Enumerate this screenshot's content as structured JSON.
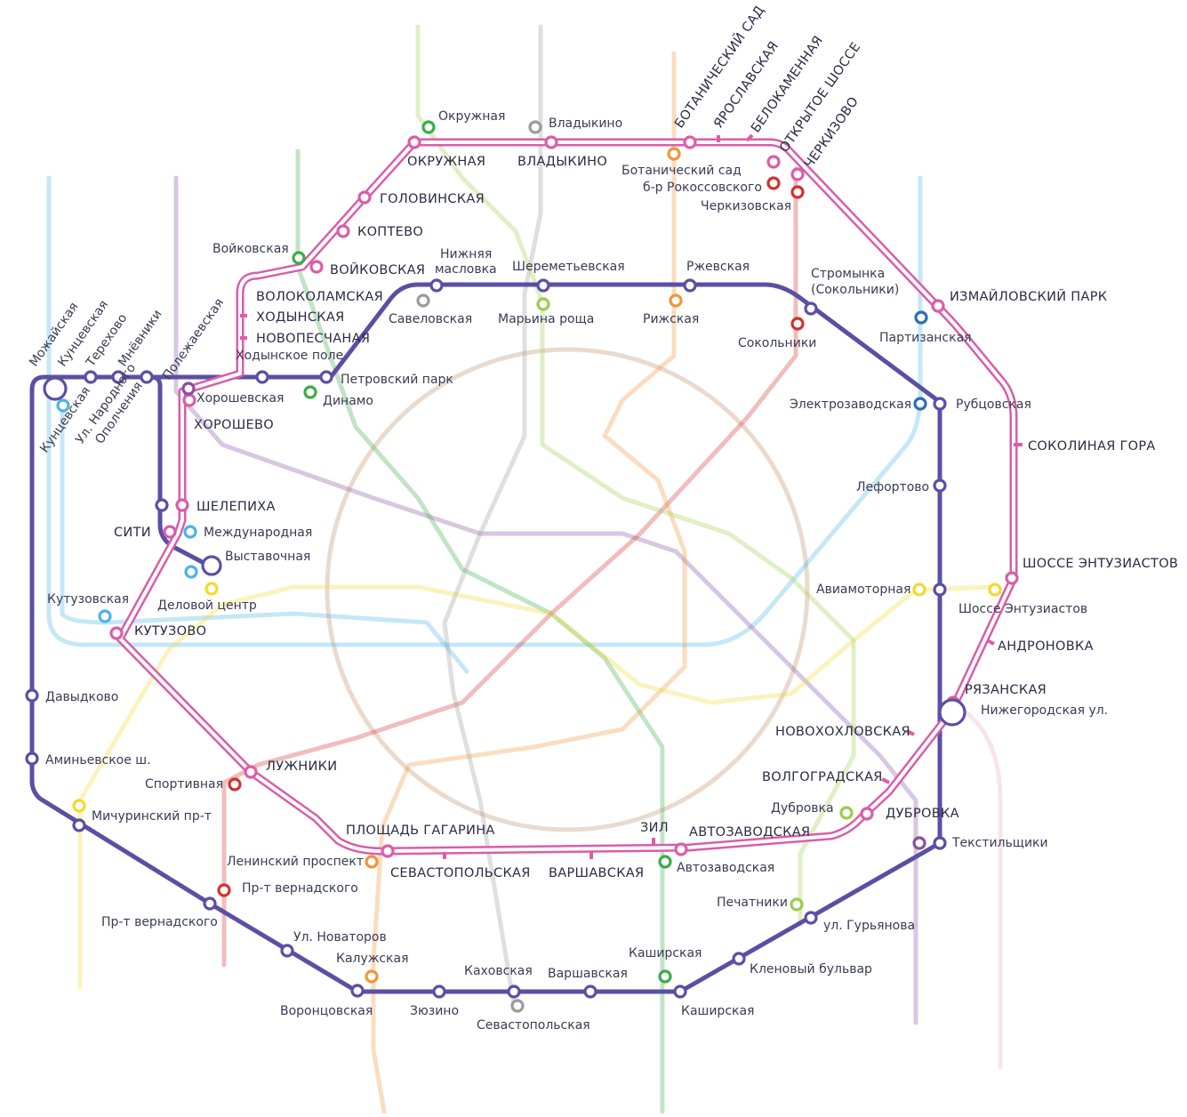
{
  "colors": {
    "big_circle_line": "#5b4fa4",
    "central_circle_ring": "#d95ea9",
    "sokolnicheskaya": "#d3322f",
    "zamoskvoretskaya": "#3bab4a",
    "arbatsko_pokrovskaya": "#2e6db5",
    "filyovskaya": "#4bb4e6",
    "koltsevaya": "#8b5a2b",
    "kaluzhsko_rizhskaya": "#f0953b",
    "tagansko_krasnopresnenskaya": "#8a4f9e",
    "kalininskaya": "#f3d930",
    "serpukhovsko_timiryazevskaya": "#9b9b9b",
    "lyublinsko_dmitrovskaya": "#9bcd4e",
    "text": "#3a3a55"
  },
  "icon_names": {
    "station": "station-circle-icon",
    "transfer": "transfer-link-icon",
    "mcd_stop": "mcd-stop-tick-icon"
  },
  "labels": {
    "okruzhnaya": "Окружная",
    "OKRUZHNAYA": "ОКРУЖНАЯ",
    "vladykino": "Владыкино",
    "VLADYKINO": "ВЛАДЫКИНО",
    "BOTSAD": "БОТАНИЧЕСКИЙ САД",
    "YAROSLAVSKAYA": "ЯРОСЛАВСКАЯ",
    "BELOKAMENNAYA": "БЕЛОКАМЕННАЯ",
    "OTKRYTOE": "ОТКРЫТОЕ ШОССЕ",
    "CHERKIZOVO": "ЧЕРКИЗОВО",
    "botsad": "Ботанический сад",
    "rokossovskogo": "б-р Рокоссовского",
    "cherkizovskaya": "Черкизовская",
    "GOLOVINSKAYA": "ГОЛОВИНСКАЯ",
    "KOPTEVO": "КОПТЕВО",
    "voykovskaya": "Войковская",
    "VOYKOVSKAYA": "ВОЙКОВСКАЯ",
    "nizhnyaya1": "Нижняя",
    "nizhnyaya2": "масловка",
    "sheremetyevskaya": "Шереметьевская",
    "rzhevskaya": "Ржевская",
    "stromynka1": "Стромынка",
    "stromynka2": "(Сокольники)",
    "IZMAYLOVSKY": "ИЗМАЙЛОВСКИЙ ПАРК",
    "partizanskaya": "Партизанская",
    "VOLOKOLAMSKAYA": "ВОЛОКОЛАМСКАЯ",
    "KHODYNSKAYA": "ХОДЫНСКАЯ",
    "NOVOPESCHANAYA": "НОВОПЕСЧАНАЯ",
    "khodynskoe": "Ходынское поле",
    "savyolovskaya": "Савеловская",
    "maryina": "Марьина роща",
    "rizhskaya": "Рижская",
    "sokolniki": "Сокольники",
    "mozhayskaya": "Можайская",
    "kuntsevskaya": "Кунцевская",
    "terekhovo": "Терехово",
    "mnevniki": "Мнёвники",
    "polezhaevskaya": "Полежаевская",
    "kuntsevskaya2": "Кунцевская",
    "opolchenie1": "Ул. Народного",
    "opolchenie2": "Ополчения",
    "khoroshevskaya": "Хорошевская",
    "KHOROSHEVO": "ХОРОШЕВО",
    "petrovsky": "Петровский парк",
    "dinamo": "Динамо",
    "elektrozavodskaya": "Электрозаводская",
    "rubtsovskaya": "Рубцовская",
    "SOKOLINAYA": "СОКОЛИНАЯ ГОРА",
    "lefortovo": "Лефортово",
    "SHELEPIKHA": "ШЕЛЕПИХА",
    "SITI": "СИТИ",
    "mezhdunarodnaya": "Международная",
    "vystavochnaya": "Выставочная",
    "delovoy": "Деловой центр",
    "kutuzovskaya": "Кутузовская",
    "KUTUZOVO": "КУТУЗОВО",
    "SHOSSE_ENT": "ШОССЕ ЭНТУЗИАСТОВ",
    "aviamotornaya": "Авиамоторная",
    "shosse_ent": "Шоссе Энтузиастов",
    "ANDRONOVKA": "АНДРОНОВКА",
    "RYAZANSKAYA": "РЯЗАНСКАЯ",
    "nizhegorodskaya": "Нижегородская ул.",
    "davydkovo": "Давыдково",
    "NOVOKHOKHLOVSKAYA": "НОВОХОХЛОВСКАЯ",
    "aminevskoe": "Аминьевское ш.",
    "LUZHNIKI": "ЛУЖНИКИ",
    "sportivnaya": "Спортивная",
    "VOLGOGRADSKAYA": "ВОЛГОГРАДСКАЯ",
    "dubrovka": "Дубровка",
    "DUBROVKA": "ДУБРОВКА",
    "michurinsky": "Мичуринский пр-т",
    "PL_GAGARINA": "ПЛОЩАДЬ ГАГАРИНА",
    "ZIL": "ЗИЛ",
    "AVTOZAVODSKAYA": "АВТОЗАВОДСКАЯ",
    "tekstilshchiki": "Текстильщики",
    "leninsky": "Ленинский проспект",
    "SEVASTOPOLSKAYA": "СЕВАСТОПОЛЬСКАЯ",
    "VARSHAVSKAYA": "ВАРШАВСКАЯ",
    "avtozavodskaya": "Автозаводская",
    "pr_vernadskogo": "Пр-т вернадского",
    "pr_vernadskogo2": "Пр-т вернадского",
    "pechatniki": "Печатники",
    "guryanova": "ул. Гурьянова",
    "novatorov": "Ул. Новаторов",
    "kaluzhskaya": "Калужская",
    "kakhovskaya": "Каховская",
    "varshavskaya": "Варшавская",
    "kashirskaya": "Каширская",
    "klenovy": "Кленовый бульвар",
    "vorontsovskaya": "Воронцовская",
    "zyuzino": "Зюзино",
    "sevastopolskaya": "Севастопольская",
    "kashirskaya2": "Каширская"
  }
}
